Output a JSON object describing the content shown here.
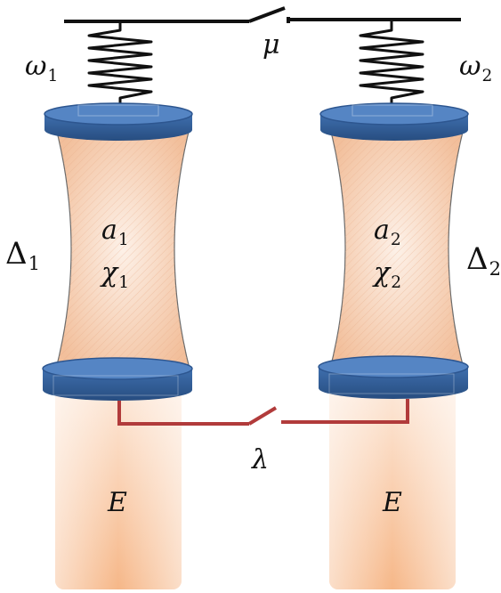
{
  "labels": {
    "omega1": {
      "sym": "ω",
      "sub": "1"
    },
    "omega2": {
      "sym": "ω",
      "sub": "2"
    },
    "mu": "μ",
    "lambda": "λ",
    "delta1": {
      "sym": "Δ",
      "sub": "1"
    },
    "delta2": {
      "sym": "Δ",
      "sub": "2"
    },
    "a1": {
      "sym": "a",
      "sub": "1"
    },
    "chi1": {
      "sym": "χ",
      "sub": "1"
    },
    "a2": {
      "sym": "a",
      "sub": "2"
    },
    "chi2": {
      "sym": "χ",
      "sub": "2"
    },
    "e_left": "E",
    "e_right": "E"
  },
  "colors": {
    "mirror_blue": "#3a66a0",
    "mirror_top": "#4d7fbf",
    "cavity_fill": "#f4c8a8",
    "beam": "#f6b788",
    "wire_black": "#111111",
    "wire_red": "#b13b3b"
  }
}
